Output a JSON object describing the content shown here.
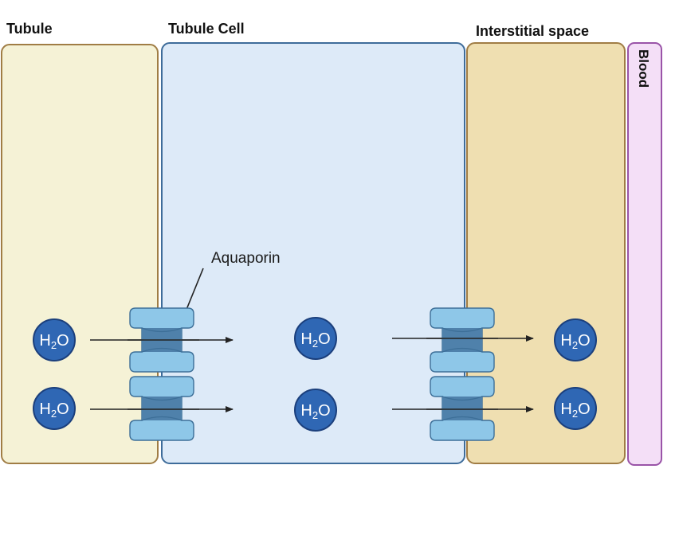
{
  "regions": {
    "tubule": {
      "label": "Tubule",
      "fill": "#f5f2d6",
      "stroke": "#a07d45"
    },
    "tubule_cell": {
      "label": "Tubule Cell",
      "fill": "#ddeaf8",
      "stroke": "#3e6c9a"
    },
    "interstitial": {
      "label": "Interstitial space",
      "fill": "#efdfb1",
      "stroke": "#a07d45"
    },
    "blood": {
      "label": "Blood",
      "fill": "#f4dff7",
      "stroke": "#9a54a8"
    }
  },
  "callout": {
    "label": "Aquaporin"
  },
  "molecule": {
    "formula": "H",
    "subscript": "2",
    "suffix": "O",
    "fill": "#2f67b4",
    "stroke": "#1b3f7c"
  },
  "channel": {
    "fill": "#8ec7e8",
    "core": "#4f81ab",
    "stroke": "#3d6f98"
  },
  "arrow_color": "#222222"
}
